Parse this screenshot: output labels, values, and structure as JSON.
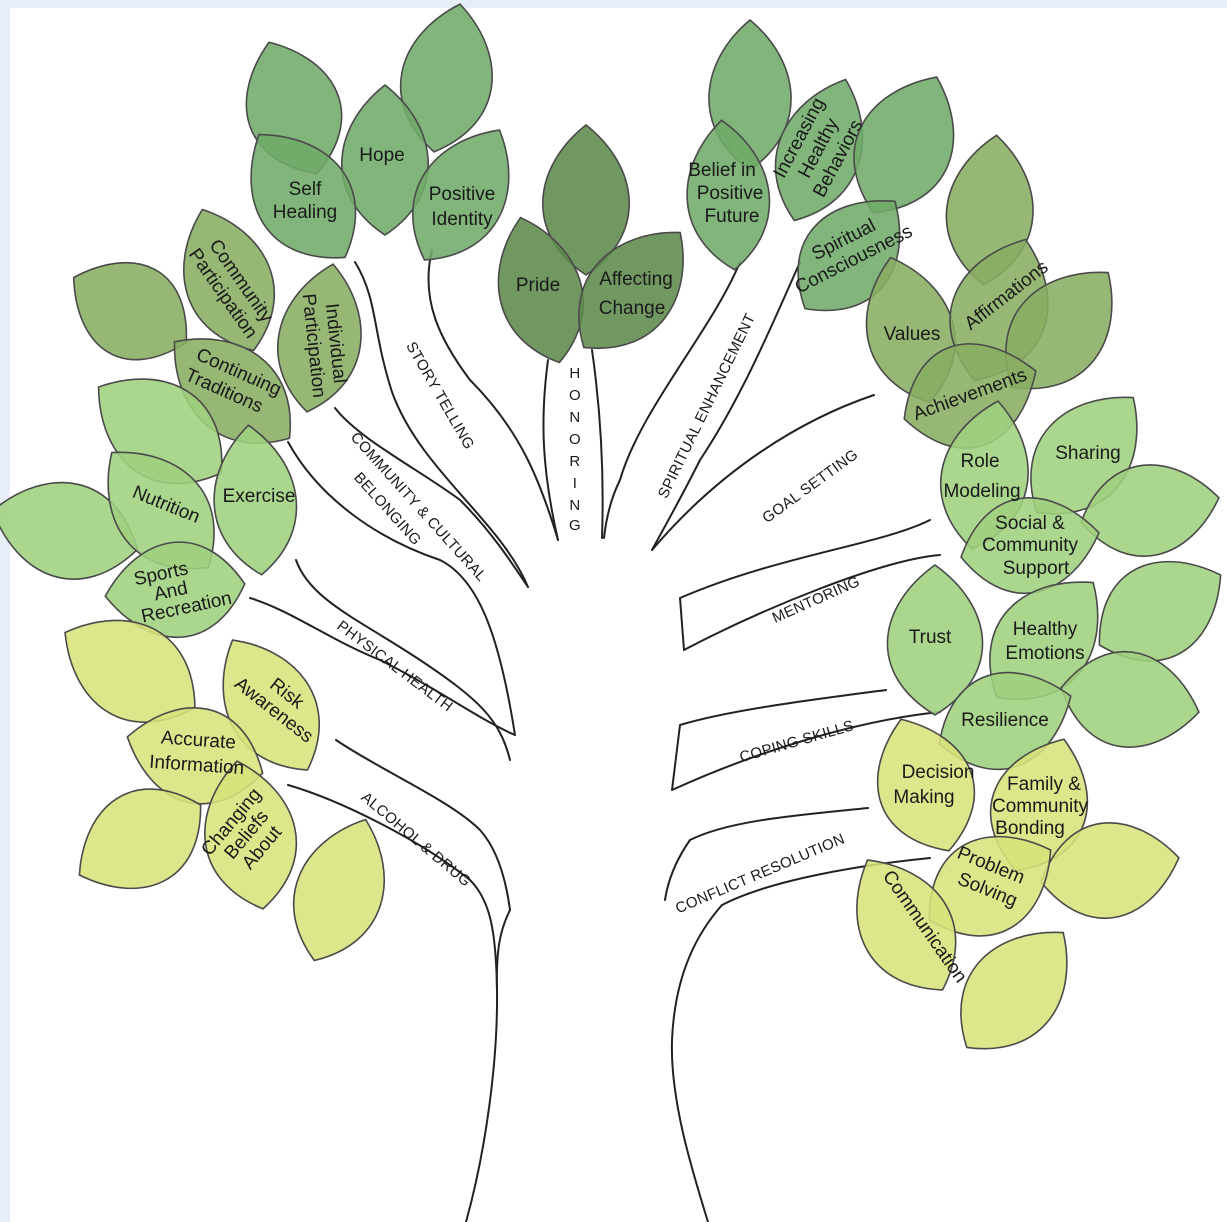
{
  "colors": {
    "background": "#e8eef7",
    "panel": "#ffffff",
    "outline": "#222222",
    "leaf_dark": "#5e8a4c",
    "leaf_mid": "#6fab69",
    "leaf_olive": "#89ad62",
    "leaf_light": "#9fd07e",
    "leaf_yellow": "#d8e27a"
  },
  "branches": {
    "story_telling": "STORY TELLING",
    "honoring": "HONORING",
    "spiritual": "SPIRITUAL ENHANCEMENT",
    "community_l1": "COMMUNITY & CULTURAL",
    "community_l2": "BELONGING",
    "goal": "GOAL SETTING",
    "physical": "PHYSICAL HEALTH",
    "mentoring": "MENTORING",
    "coping": "COPING SKILLS",
    "alcohol": "ALCOHOL & DRUG",
    "conflict": "CONFLICT RESOLUTION"
  },
  "leaves": {
    "self_healing": [
      "Self",
      "Healing"
    ],
    "hope": [
      "Hope"
    ],
    "positive_identity": [
      "Positive",
      "Identity"
    ],
    "pride": [
      "Pride"
    ],
    "affecting_change": [
      "Affecting",
      "Change"
    ],
    "belief_future": [
      "Belief in",
      "Positive",
      "Future"
    ],
    "increasing_healthy": [
      "Increasing",
      "Healthy",
      "Behaviors"
    ],
    "spiritual_consciousness": [
      "Spiritual",
      "Consciousness"
    ],
    "community_participation": [
      "Community",
      "Participation"
    ],
    "individual_participation": [
      "Individual",
      "Participation"
    ],
    "continuing_traditions": [
      "Continuing",
      "Traditions"
    ],
    "values": [
      "Values"
    ],
    "affirmations": [
      "Affirmations"
    ],
    "achievements": [
      "Achievements"
    ],
    "nutrition": [
      "Nutrition"
    ],
    "exercise": [
      "Exercise"
    ],
    "sports": [
      "Sports",
      "And",
      "Recreation"
    ],
    "role_modeling": [
      "Role",
      "Modeling"
    ],
    "sharing": [
      "Sharing"
    ],
    "social_support": [
      "Social &",
      "Community",
      "Support"
    ],
    "risk_awareness": [
      "Risk",
      "Awareness"
    ],
    "accurate_information": [
      "Accurate",
      "Information"
    ],
    "changing_beliefs": [
      "Changing",
      "Beliefs",
      "About"
    ],
    "trust": [
      "Trust"
    ],
    "healthy_emotions": [
      "Healthy",
      "Emotions"
    ],
    "resilience": [
      "Resilience"
    ],
    "decision_making": [
      "Decision",
      "Making"
    ],
    "family_bonding": [
      "Family &",
      "Community",
      "Bonding"
    ],
    "problem_solving": [
      "Problem",
      "Solving"
    ],
    "communication": [
      "Communication"
    ]
  }
}
